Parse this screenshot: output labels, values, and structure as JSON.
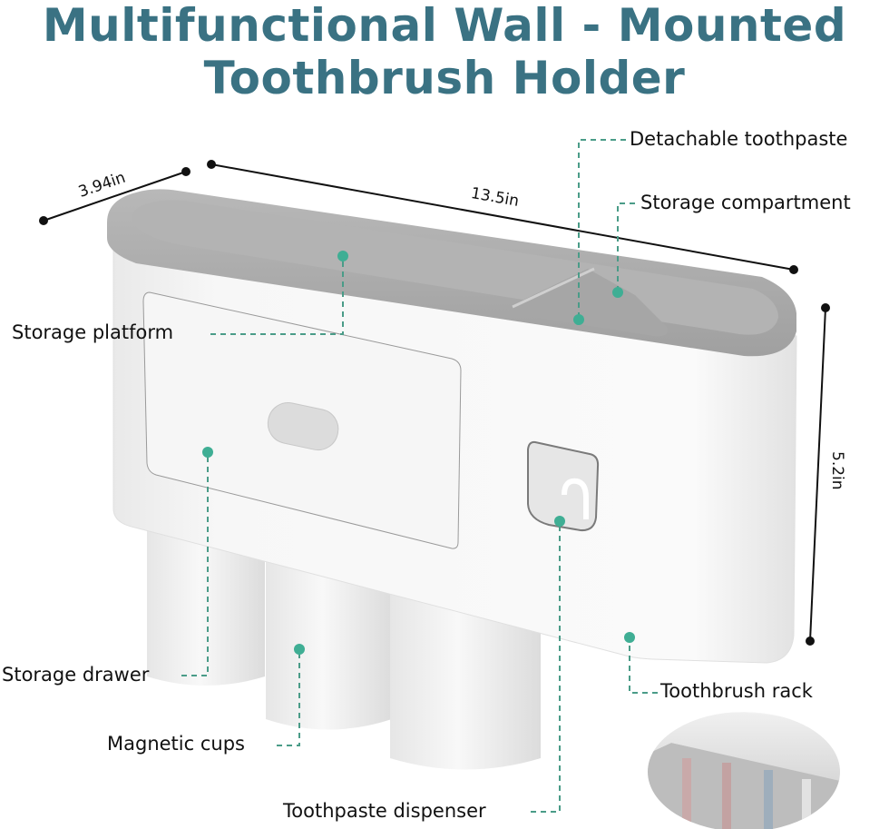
{
  "title": {
    "line1": "Multifunctional Wall - Mounted",
    "line2": "Toothbrush Holder",
    "color": "#3a7283"
  },
  "dimensions": {
    "depth": "3.94in",
    "width": "13.5in",
    "height": "5.2in"
  },
  "callouts": [
    {
      "id": "detachable-toothpaste",
      "label": "Detachable toothpaste"
    },
    {
      "id": "storage-compartment",
      "label": "Storage compartment"
    },
    {
      "id": "storage-platform",
      "label": "Storage platform"
    },
    {
      "id": "storage-drawer",
      "label": "Storage drawer"
    },
    {
      "id": "magnetic-cups",
      "label": "Magnetic cups"
    },
    {
      "id": "toothbrush-rack",
      "label": "Toothbrush rack"
    },
    {
      "id": "toothpaste-dispenser",
      "label": "Toothpaste dispenser"
    }
  ],
  "colors": {
    "leader_line": "#4a9c88",
    "dot": "#3fae94",
    "tray": "#a9a9a9",
    "body": "#f4f4f4"
  }
}
